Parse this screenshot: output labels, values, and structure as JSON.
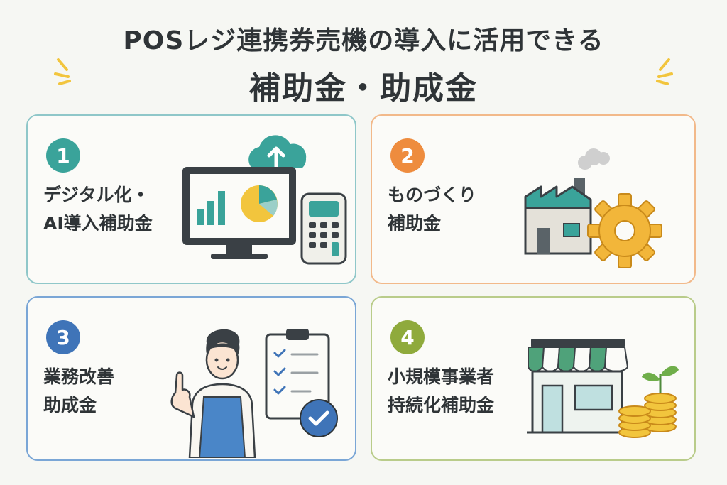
{
  "title": {
    "line1": "POSレジ連携券売機の導入に活用できる",
    "line2": "補助金・助成金"
  },
  "cards": [
    {
      "number": "1",
      "label_line1": "デジタル化・",
      "label_line2": "AI導入補助金",
      "accent": "#3aa39a",
      "border": "#8fc7c9",
      "icon": "computer-chart-calculator-icon"
    },
    {
      "number": "2",
      "label_line1": "ものづくり",
      "label_line2": "補助金",
      "accent": "#ee8c3e",
      "border": "#f2b98a",
      "icon": "factory-gear-icon"
    },
    {
      "number": "3",
      "label_line1": "業務改善",
      "label_line2": "助成金",
      "accent": "#3f74b8",
      "border": "#7aa6d6",
      "icon": "worker-checklist-icon"
    },
    {
      "number": "4",
      "label_line1": "小規模事業者",
      "label_line2": "持続化補助金",
      "accent": "#8faa3c",
      "border": "#b9cc8a",
      "icon": "shop-coins-icon"
    }
  ]
}
